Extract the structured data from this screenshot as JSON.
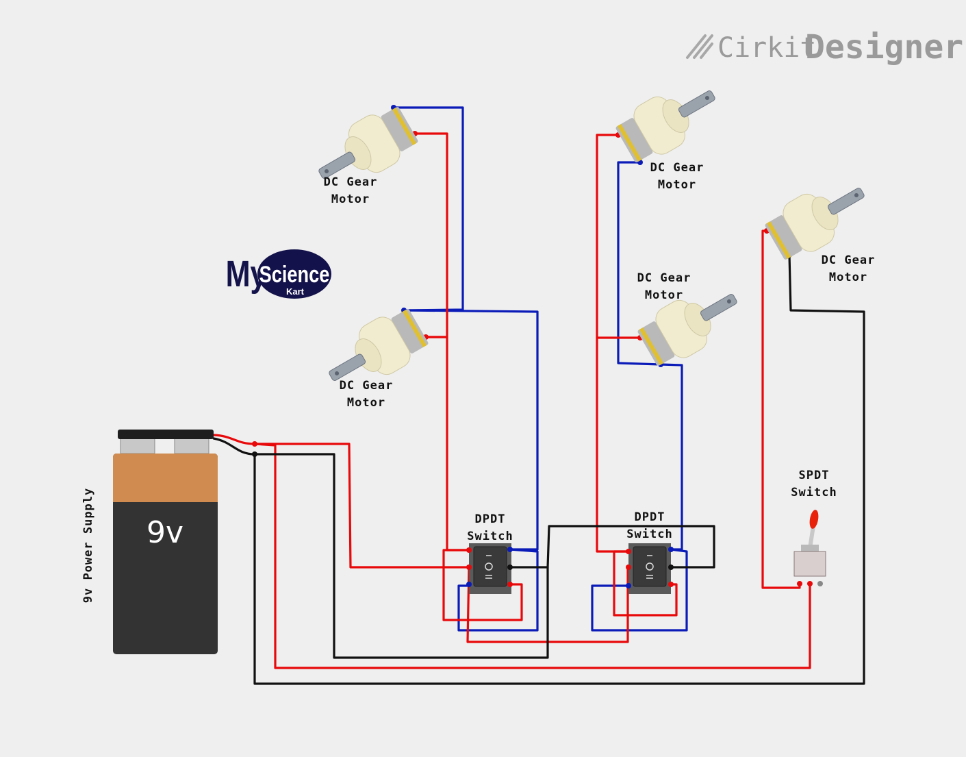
{
  "brand": {
    "name_part1": "Cirkit",
    "name_part2": "Designer"
  },
  "logo": {
    "text_my": "My",
    "text_science": "Science",
    "text_kart": "Kart",
    "color": "#14124a"
  },
  "battery": {
    "label": "9v",
    "caption": "9v Power Supply"
  },
  "components": {
    "motor1": {
      "line1": "DC Gear",
      "line2": "Motor"
    },
    "motor2": {
      "line1": "DC Gear",
      "line2": "Motor"
    },
    "motor3": {
      "line1": "DC Gear",
      "line2": "Motor"
    },
    "motor4": {
      "line1": "DC Gear",
      "line2": "Motor"
    },
    "motor5": {
      "line1": "DC Gear",
      "line2": "Motor"
    },
    "dpdt1": {
      "line1": "DPDT",
      "line2": "Switch"
    },
    "dpdt2": {
      "line1": "DPDT",
      "line2": "Switch"
    },
    "spdt": {
      "line1": "SPDT",
      "line2": "Switch"
    }
  },
  "wire_colors": {
    "positive": "#e8090b",
    "negative": "#111111",
    "link": "#0a1bb8"
  }
}
